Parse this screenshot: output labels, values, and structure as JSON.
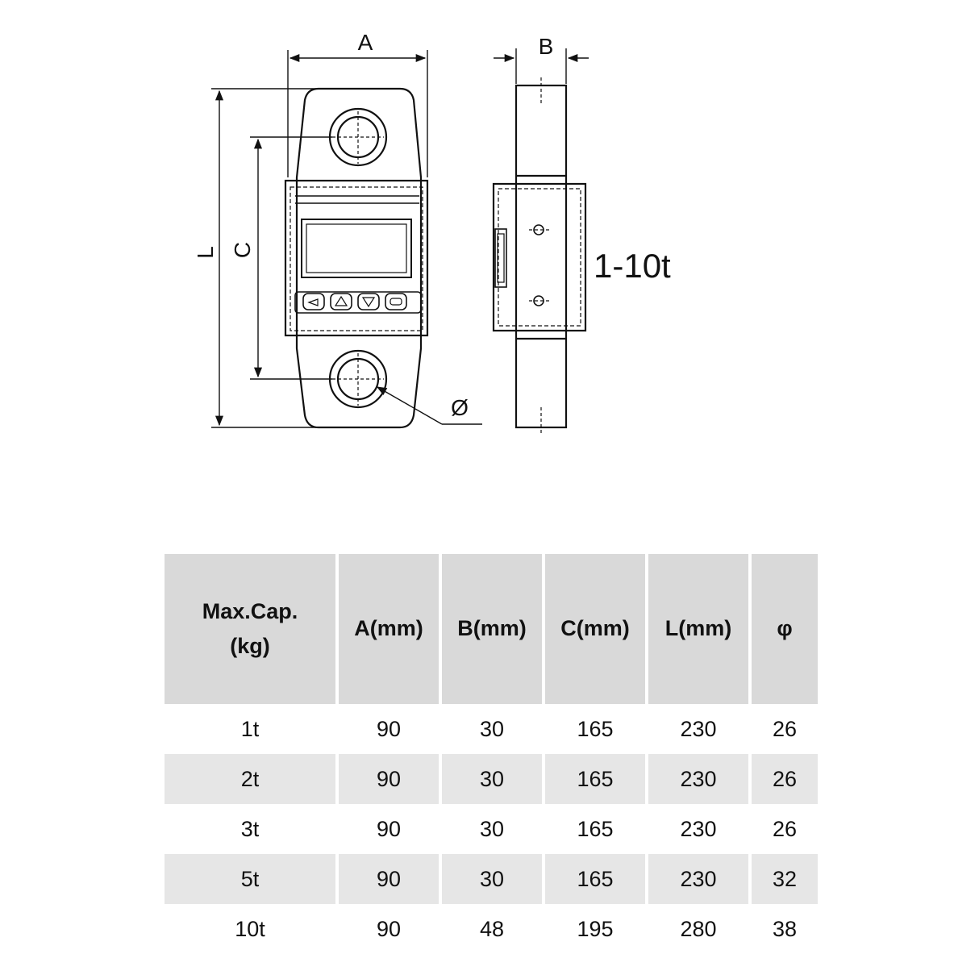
{
  "diagram": {
    "labels": {
      "A": "A",
      "B": "B",
      "L": "L",
      "C": "C",
      "diameter": "Ø",
      "range": "1-10t"
    }
  },
  "table": {
    "headers": [
      {
        "lines": [
          "Max.Cap.",
          "(kg)"
        ]
      },
      {
        "lines": [
          "A(mm)"
        ]
      },
      {
        "lines": [
          "B(mm)"
        ]
      },
      {
        "lines": [
          "C(mm)"
        ]
      },
      {
        "lines": [
          "L(mm)"
        ]
      },
      {
        "lines": [
          "φ"
        ]
      }
    ],
    "rows": [
      [
        "1t",
        "90",
        "30",
        "165",
        "230",
        "26"
      ],
      [
        "2t",
        "90",
        "30",
        "165",
        "230",
        "26"
      ],
      [
        "3t",
        "90",
        "30",
        "165",
        "230",
        "26"
      ],
      [
        "5t",
        "90",
        "30",
        "165",
        "230",
        "32"
      ],
      [
        "10t",
        "90",
        "48",
        "195",
        "280",
        "38"
      ]
    ]
  }
}
